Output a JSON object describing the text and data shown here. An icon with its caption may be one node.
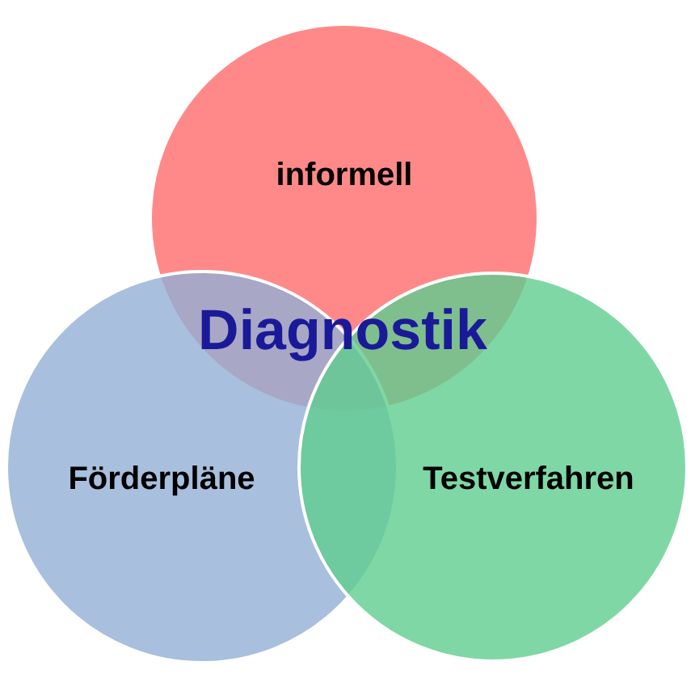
{
  "diagram": {
    "nodes": [
      {
        "text": [
          "informell"
        ]
      },
      {
        "text": [
          "Förderpläne"
        ]
      },
      {
        "text": [
          "Testverfahren"
        ]
      }
    ],
    "labels": [
      "Diagnostik"
    ]
  }
}
